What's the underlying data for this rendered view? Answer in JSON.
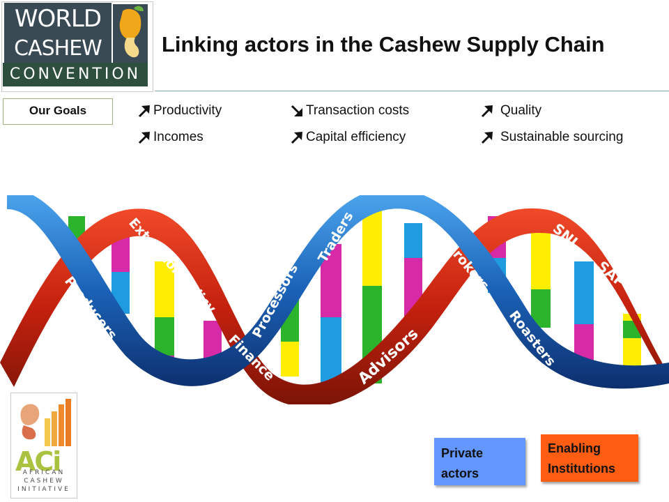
{
  "logo": {
    "line1": "WORLD",
    "line2": "CASHEW",
    "line3": "CONVENTION"
  },
  "title": "Linking actors in the Cashew Supply Chain",
  "goals": {
    "label": "Our Goals",
    "items": [
      {
        "text": "Productivity",
        "direction": "up"
      },
      {
        "text": "Transaction costs",
        "direction": "down"
      },
      {
        "text": "Quality",
        "direction": "up"
      },
      {
        "text": "Incomes",
        "direction": "up"
      },
      {
        "text": "Capital efficiency",
        "direction": "up"
      },
      {
        "text": "Sustainable sourcing",
        "direction": "up"
      }
    ]
  },
  "helix": {
    "private_actors": [
      "Producers",
      "Processors",
      "Traders",
      "Brokers",
      "Roasters"
    ],
    "enabling_institutions": [
      "Extension Policy",
      "Finance",
      "Advisors",
      "SNI",
      "SAP"
    ],
    "colors": {
      "private_band": "#1b63b8",
      "enabling_band": "#c4210e",
      "rungs": [
        "#ffee00",
        "#2bb32b",
        "#d62aa6",
        "#1f9be0"
      ]
    }
  },
  "legend": {
    "private": {
      "line1": "Private",
      "line2": "actors",
      "color": "#6496ff"
    },
    "enabling": {
      "line1": "Enabling",
      "line2": "Institutions",
      "color": "#ff5e12"
    }
  },
  "aci_logo": {
    "letters": "ACi",
    "line1": "AFRICAN",
    "line2": "CASHEW",
    "line3": "INITIATIVE"
  }
}
